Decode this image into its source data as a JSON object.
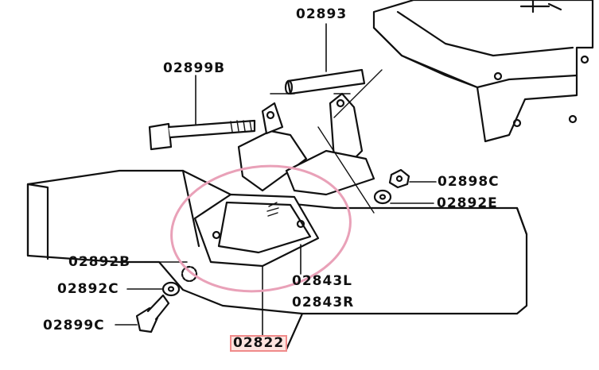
{
  "diagram": {
    "highlight_color": "#e9a1b8",
    "part_highlight_color": "#f08a8a",
    "highlighted_part": "02822",
    "labels": {
      "p02893": "02893",
      "p02899B": "02899B",
      "p02898C": "02898C",
      "p02892E": "02892E",
      "p02892B": "02892B",
      "p02892C": "02892C",
      "p02843L": "02843L",
      "p02843R": "02843R",
      "p02899C": "02899C",
      "p02822": "02822"
    }
  }
}
